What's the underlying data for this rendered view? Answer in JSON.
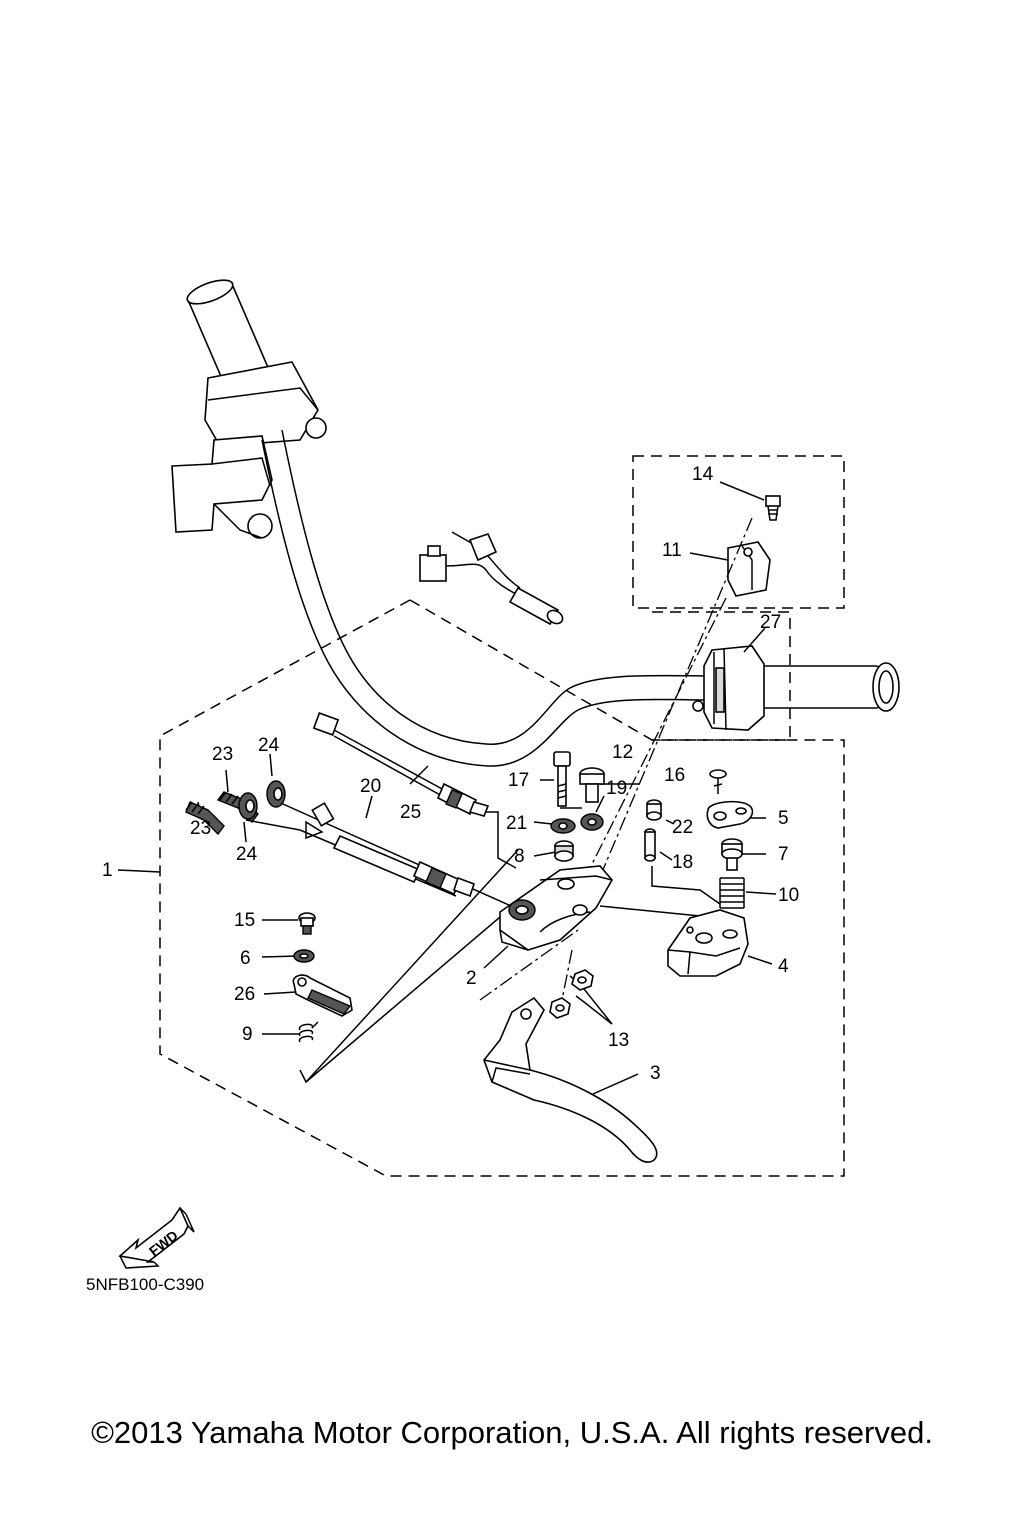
{
  "diagram": {
    "code": "5NFB100-C390",
    "fwd_label": "FWD",
    "copyright": "©2013 Yamaha Motor Corporation, U.S.A. All rights reserved."
  },
  "callouts": [
    {
      "id": "p1",
      "text": "1"
    },
    {
      "id": "p2",
      "text": "2"
    },
    {
      "id": "p3",
      "text": "3"
    },
    {
      "id": "p4",
      "text": "4"
    },
    {
      "id": "p5",
      "text": "5"
    },
    {
      "id": "p6",
      "text": "6"
    },
    {
      "id": "p7",
      "text": "7"
    },
    {
      "id": "p8",
      "text": "8"
    },
    {
      "id": "p9",
      "text": "9"
    },
    {
      "id": "p10",
      "text": "10"
    },
    {
      "id": "p11",
      "text": "11"
    },
    {
      "id": "p12",
      "text": "12"
    },
    {
      "id": "p13",
      "text": "13"
    },
    {
      "id": "p14",
      "text": "14"
    },
    {
      "id": "p15",
      "text": "15"
    },
    {
      "id": "p16",
      "text": "16"
    },
    {
      "id": "p17",
      "text": "17"
    },
    {
      "id": "p18",
      "text": "18"
    },
    {
      "id": "p19",
      "text": "19"
    },
    {
      "id": "p20",
      "text": "20"
    },
    {
      "id": "p21",
      "text": "21"
    },
    {
      "id": "p22",
      "text": "22"
    },
    {
      "id": "p23a",
      "text": "23"
    },
    {
      "id": "p23b",
      "text": "23"
    },
    {
      "id": "p24a",
      "text": "24"
    },
    {
      "id": "p24b",
      "text": "24"
    },
    {
      "id": "p25",
      "text": "25"
    },
    {
      "id": "p26",
      "text": "26"
    },
    {
      "id": "p27",
      "text": "27"
    }
  ]
}
